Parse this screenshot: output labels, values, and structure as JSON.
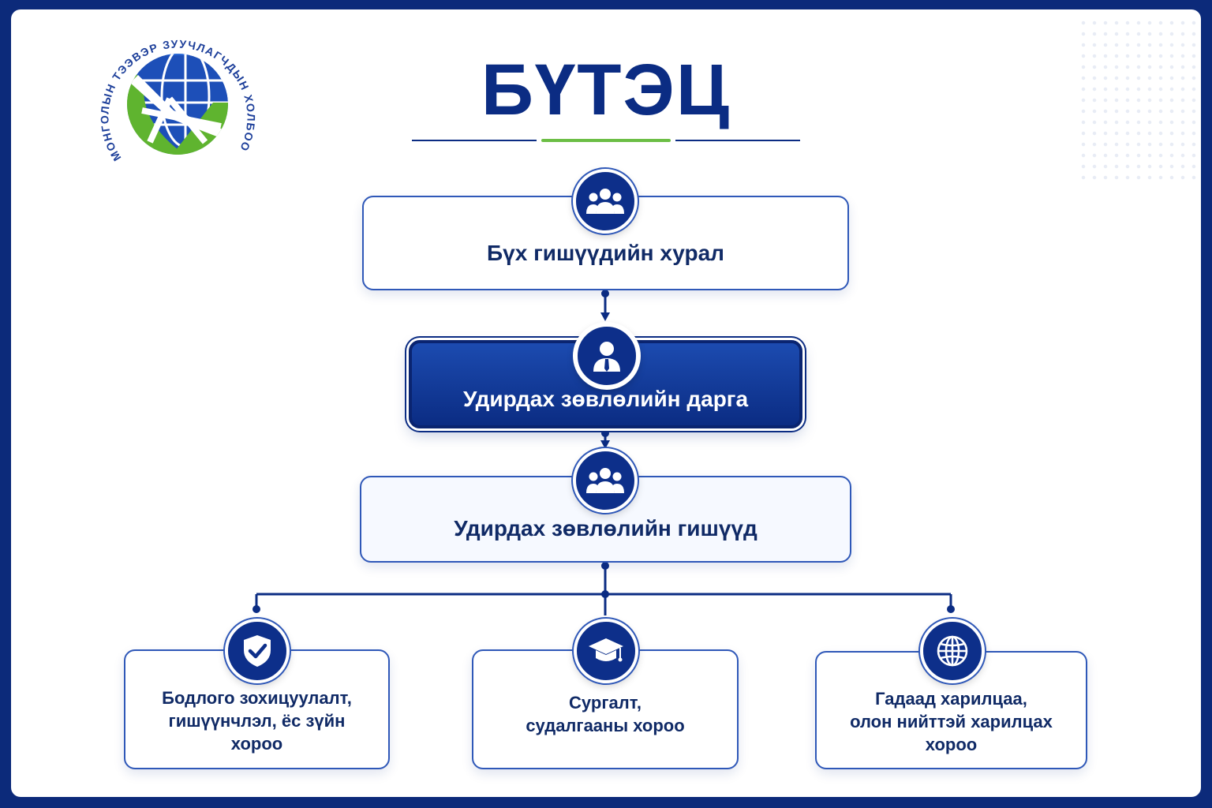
{
  "title": "БҮТЭЦ",
  "logo": {
    "ring_text": "МОНГОЛЫН ТЭЭВЭР ЗУУЧЛАГЧДЫН ХОЛБОО",
    "colors": {
      "blue": "#1d4fb8",
      "green": "#5fb42f"
    }
  },
  "colors": {
    "navy": "#0b2c83",
    "accent_green": "#6cbe45",
    "border_blue": "#2f58b8",
    "text_dark": "#102a66"
  },
  "nodes": {
    "general_assembly": {
      "label": "Бүх гишүүдийн хурал",
      "icon": "people-group-icon"
    },
    "board_chair": {
      "label": "Удирдах зөвлөлийн дарга",
      "icon": "person-tie-icon"
    },
    "board_members": {
      "label": "Удирдах зөвлөлийн гишүүд",
      "icon": "people-group-icon"
    },
    "committees": [
      {
        "line1": "Бодлого зохицуулалт,",
        "line2": "гишүүнчлэл, ёс зүйн",
        "line3": "хороо",
        "icon": "shield-check-icon"
      },
      {
        "line1": "Сургалт,",
        "line2": "судалгааны хороо",
        "line3": "",
        "icon": "graduation-cap-icon"
      },
      {
        "line1": "Гадаад харилцаа,",
        "line2": "олон нийттэй харилцах",
        "line3": "хороо",
        "icon": "globe-icon"
      }
    ]
  }
}
